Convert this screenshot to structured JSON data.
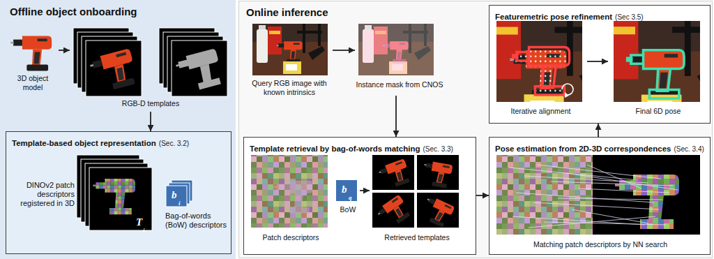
{
  "diagram": {
    "nodes": [
      {
        "text": [
          "Offline object onboarding"
        ]
      },
      {
        "text": [
          "3D object model"
        ],
        "in": 0
      },
      {
        "text": [
          "RGB-D templates"
        ],
        "in": 0
      },
      {
        "text": [
          "Template-based object representation",
          "(Sec. 3.2)",
          "DINOv2 patch descriptors registered in 3D",
          "Bag-of-words (BoW) descriptors"
        ],
        "in": 0
      },
      {
        "text": [
          "Online inference"
        ]
      },
      {
        "text": [
          "Query RGB image with known intrinsics"
        ],
        "in": 4
      },
      {
        "text": [
          "Instance mask from CNOS"
        ],
        "in": 4
      },
      {
        "text": [
          "Template retrieval by bag-of-words matching",
          "(Sec. 3.3)",
          "Patch descriptors",
          "BoW",
          "Retrieved templates"
        ],
        "in": 4
      },
      {
        "text": [
          "Pose estimation from 2D-3D correspondences",
          "(Sec. 3.4)",
          "Matching patch descriptors by NN search"
        ],
        "in": 4
      },
      {
        "text": [
          "Featuremetric pose refinement",
          "(Sec 3.5)",
          "Iterative alignment",
          "Final 6D pose"
        ],
        "in": 4
      }
    ],
    "edges": [
      {
        "from": 1,
        "to": 2,
        "arrow": "to"
      },
      {
        "from": 2,
        "to": 3,
        "arrow": "to"
      },
      {
        "from": 5,
        "to": 6,
        "arrow": "to"
      },
      {
        "from": 6,
        "to": 7,
        "arrow": "to"
      },
      {
        "from": 7,
        "to": 8,
        "arrow": "to"
      },
      {
        "from": 8,
        "to": 9,
        "arrow": "to"
      }
    ],
    "labels": [
      "T",
      "i",
      "b",
      "i",
      "b",
      "q"
    ]
  }
}
